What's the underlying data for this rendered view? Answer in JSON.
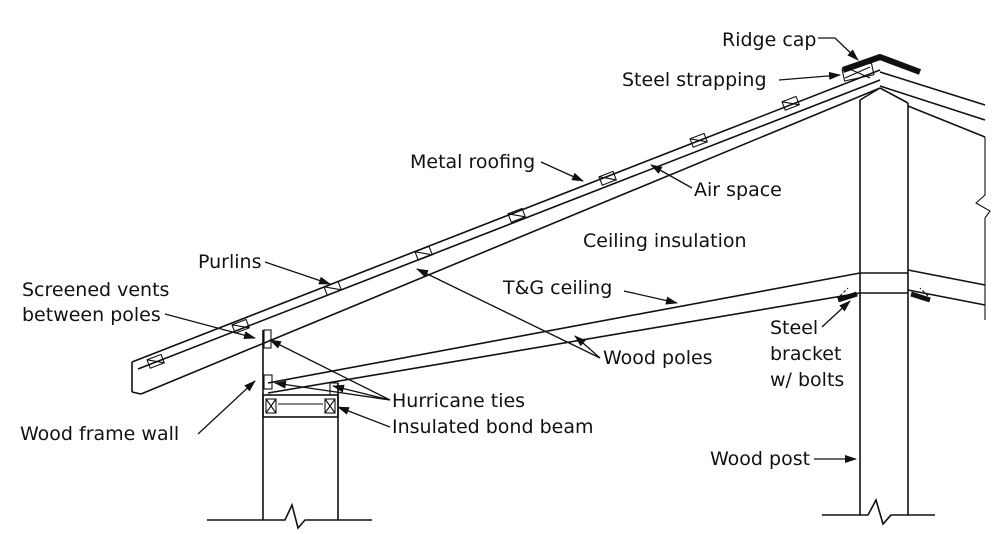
{
  "labels": {
    "ridge_cap": "Ridge cap",
    "steel_strapping": "Steel strapping",
    "metal_roofing": "Metal roofing",
    "air_space": "Air space",
    "ceiling_insulation": "Ceiling insulation",
    "purlins": "Purlins",
    "tg_ceiling": "T&G ceiling",
    "screened_vents_1": "Screened vents",
    "screened_vents_2": "between poles",
    "steel_bracket_1": "Steel",
    "steel_bracket_2": "bracket",
    "steel_bracket_3": "w/ bolts",
    "wood_poles": "Wood poles",
    "hurricane_ties": "Hurricane ties",
    "insulated_bond_beam": "Insulated bond beam",
    "wood_frame_wall": "Wood frame wall",
    "wood_post": "Wood post"
  },
  "colors": {
    "ink": "#111111",
    "paper": "#ffffff"
  }
}
